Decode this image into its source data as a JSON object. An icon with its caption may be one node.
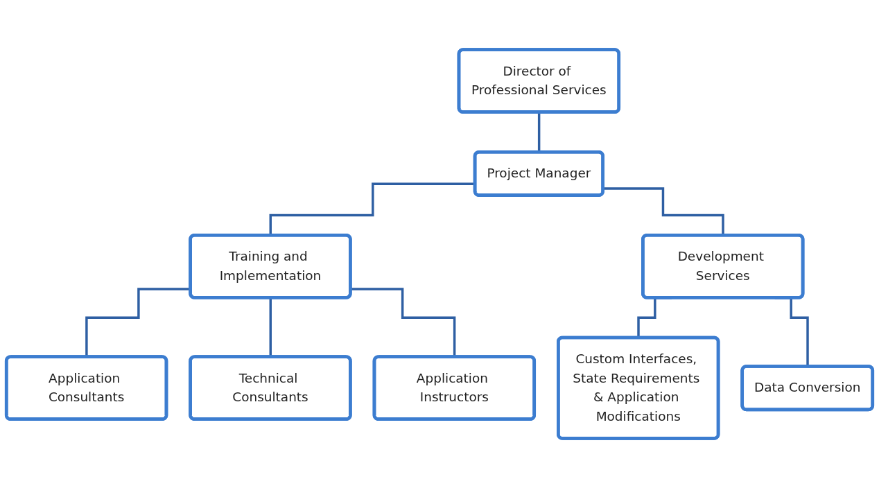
{
  "diagram": {
    "nodes": [
      {
        "text": [
          "Director of Professional Services"
        ]
      },
      {
        "text": [
          "Project Manager"
        ]
      },
      {
        "text": [
          "Training and Implementation"
        ]
      },
      {
        "text": [
          "Development Services"
        ]
      },
      {
        "text": [
          "Application Consultants"
        ]
      },
      {
        "text": [
          "Technical Consultants"
        ]
      },
      {
        "text": [
          "Application Instructors"
        ]
      },
      {
        "text": [
          "Custom Interfaces, State Requirements & Application Modifications"
        ]
      },
      {
        "text": [
          "Data Conversion"
        ]
      }
    ],
    "edges": [
      {
        "from": 0,
        "to": 1,
        "arrow": "none"
      },
      {
        "from": 1,
        "to": 2,
        "arrow": "none"
      },
      {
        "from": 1,
        "to": 3,
        "arrow": "none"
      },
      {
        "from": 2,
        "to": 4,
        "arrow": "none"
      },
      {
        "from": 2,
        "to": 5,
        "arrow": "none"
      },
      {
        "from": 2,
        "to": 6,
        "arrow": "none"
      },
      {
        "from": 3,
        "to": 7,
        "arrow": "none"
      },
      {
        "from": 3,
        "to": 8,
        "arrow": "none"
      }
    ]
  }
}
